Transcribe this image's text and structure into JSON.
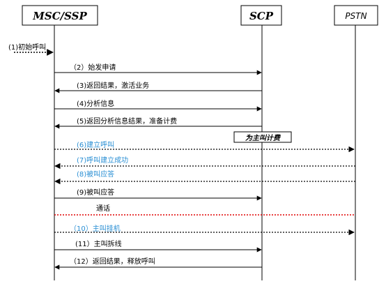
{
  "participants": {
    "msc": {
      "label": "MSC/SSP"
    },
    "scp": {
      "label": "SCP"
    },
    "pstn": {
      "label": "PSTN"
    }
  },
  "colors": {
    "black": "#000000",
    "blue": "#2a8fd4",
    "red": "#e00000"
  },
  "messages": [
    {
      "label": "(1)初始呼叫",
      "from": "left",
      "to": "msc",
      "style": "dotted",
      "color": "black"
    },
    {
      "label": "（2）始发申请",
      "from": "msc",
      "to": "scp",
      "style": "solid",
      "color": "black"
    },
    {
      "label": "(3)返回结果，激活业务",
      "from": "scp",
      "to": "msc",
      "style": "solid",
      "color": "black"
    },
    {
      "label": "(4)分析信息",
      "from": "msc",
      "to": "scp",
      "style": "solid",
      "color": "black"
    },
    {
      "label": "(5)返回分析信息结果，准备计费",
      "from": "scp",
      "to": "msc",
      "style": "solid",
      "color": "black"
    },
    {
      "label": "(6)建立呼叫",
      "from": "msc",
      "to": "pstn",
      "style": "dotted",
      "color": "blue"
    },
    {
      "label": "(7)呼叫建立成功",
      "from": "pstn",
      "to": "msc",
      "style": "dotted",
      "color": "blue"
    },
    {
      "label": "(8)被叫应答",
      "from": "pstn",
      "to": "msc",
      "style": "dotted",
      "color": "blue"
    },
    {
      "label": "(9)被叫应答",
      "from": "msc",
      "to": "scp",
      "style": "solid",
      "color": "black"
    },
    {
      "label": "通话",
      "from": "msc",
      "to": "pstn",
      "style": "redline",
      "color": "red"
    },
    {
      "label": "（10）主叫挂机",
      "from": "msc",
      "to": "pstn",
      "style": "dotted",
      "color": "blue"
    },
    {
      "label": "(11）主叫拆线",
      "from": "msc",
      "to": "scp",
      "style": "solid",
      "color": "black"
    },
    {
      "label": "（12）返回结果，释放呼叫",
      "from": "scp",
      "to": "msc",
      "style": "solid",
      "color": "black"
    }
  ],
  "note": {
    "label": "为主叫计费"
  }
}
